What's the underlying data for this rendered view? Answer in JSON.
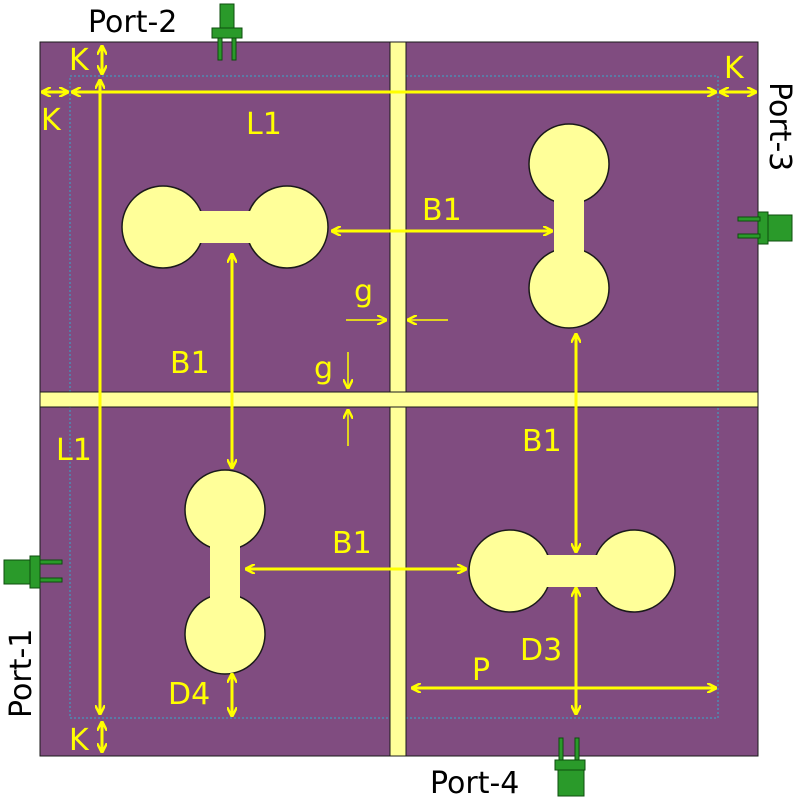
{
  "ports": {
    "port1": "Port-1",
    "port2": "Port-2",
    "port3": "Port-3",
    "port4": "Port-4"
  },
  "labels": {
    "k_top": "K",
    "k_left": "K",
    "k_right": "K",
    "k_bottom": "K",
    "l1_horizontal": "L1",
    "l1_vertical": "L1",
    "b1_top": "B1",
    "b1_left": "B1",
    "b1_right": "B1",
    "b1_bottom": "B1",
    "g_vertical_gap": "g",
    "g_horizontal_gap": "g",
    "p": "P",
    "d3": "D3",
    "d4": "D4"
  },
  "colors": {
    "substrate": "#804c80",
    "metal": "#ffff99",
    "dimension": "#ffff00",
    "outline": "#1a1a1a",
    "port_connector": "#2a9a2a",
    "boundary_dotted": "#33aacc"
  }
}
